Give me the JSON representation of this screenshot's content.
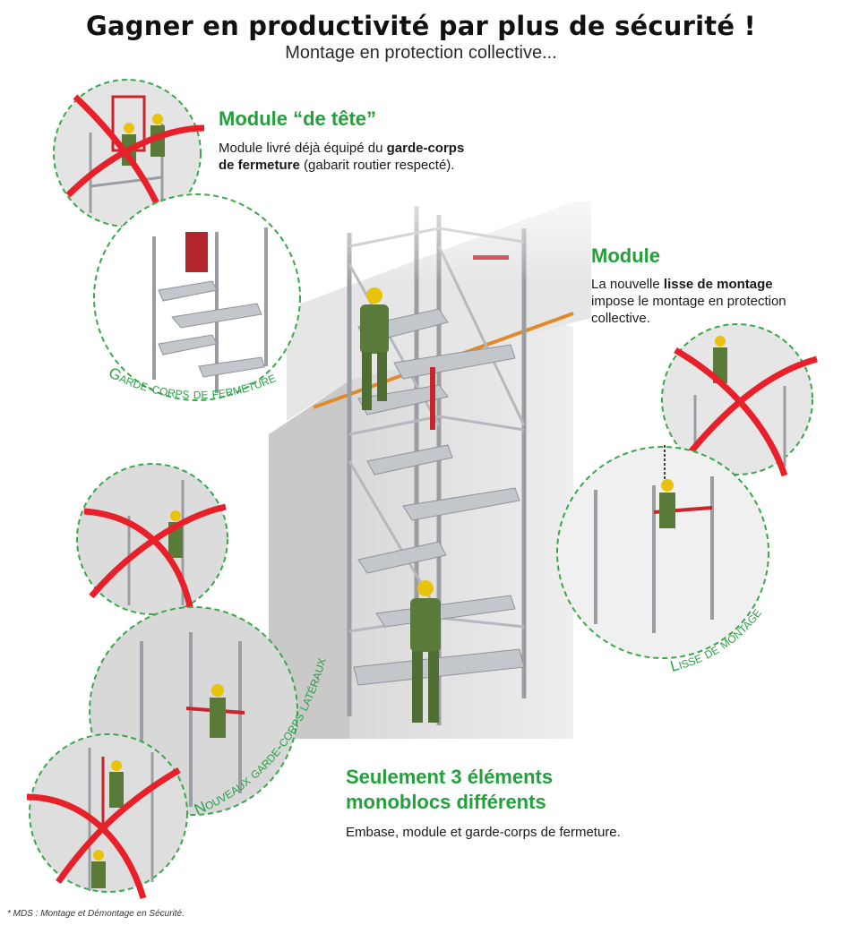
{
  "header": {
    "title": "Gagner en productivité par plus de sécurité !",
    "subtitle": "Montage en protection collective..."
  },
  "module_tete": {
    "heading": "Module “de tête”",
    "line1_pre": "Module livré déjà équipé du ",
    "line1_bold": "garde-corps",
    "line2_bold": "de fermeture",
    "line2_post": " (gabarit routier respecté)."
  },
  "module": {
    "heading": "Module",
    "line1_pre": "La nouvelle ",
    "line1_bold": "lisse de montage",
    "line2": "impose le montage en protection",
    "line3": "collective."
  },
  "elements": {
    "heading_line1": "Seulement 3 éléments",
    "heading_line2": "monoblocs différents",
    "text": "Embase, module et garde-corps de fermeture."
  },
  "labels": {
    "garde_corps_fermeture": "Garde-corps de fermeture",
    "lisse_montage": "Lisse de montage",
    "garde_corps_lateraux": "Nouveaux garde-corps latéraux"
  },
  "footnote": "* MDS : Montage et Démontage en Sécurité.",
  "colors": {
    "accent_green": "#23a03c",
    "cross_red": "#e8202a",
    "dash_green": "#3aa84a",
    "steel": "#b9bcc0"
  }
}
